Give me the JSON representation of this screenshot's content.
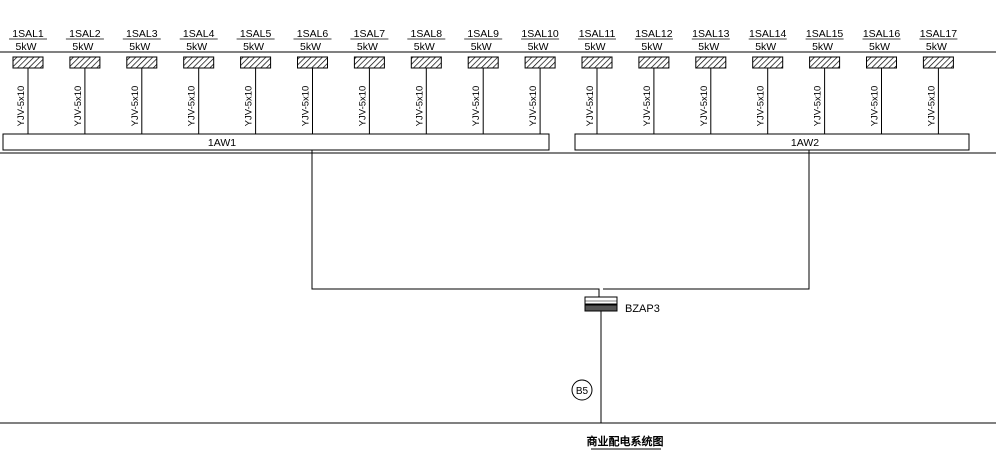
{
  "loads": [
    {
      "id": "1SAL1",
      "power": "5kW",
      "cable": "YJV-5x10"
    },
    {
      "id": "1SAL2",
      "power": "5kW",
      "cable": "YJV-5x10"
    },
    {
      "id": "1SAL3",
      "power": "5kW",
      "cable": "YJV-5x10"
    },
    {
      "id": "1SAL4",
      "power": "5kW",
      "cable": "YJV-5x10"
    },
    {
      "id": "1SAL5",
      "power": "5kW",
      "cable": "YJV-5x10"
    },
    {
      "id": "1SAL6",
      "power": "5kW",
      "cable": "YJV-5x10"
    },
    {
      "id": "1SAL7",
      "power": "5kW",
      "cable": "YJV-5x10"
    },
    {
      "id": "1SAL8",
      "power": "5kW",
      "cable": "YJV-5x10"
    },
    {
      "id": "1SAL9",
      "power": "5kW",
      "cable": "YJV-5x10"
    },
    {
      "id": "1SAL10",
      "power": "5kW",
      "cable": "YJV-5x10"
    },
    {
      "id": "1SAL11",
      "power": "5kW",
      "cable": "YJV-5x10"
    },
    {
      "id": "1SAL12",
      "power": "5kW",
      "cable": "YJV-5x10"
    },
    {
      "id": "1SAL13",
      "power": "5kW",
      "cable": "YJV-5x10"
    },
    {
      "id": "1SAL14",
      "power": "5kW",
      "cable": "YJV-5x10"
    },
    {
      "id": "1SAL15",
      "power": "5kW",
      "cable": "YJV-5x10"
    },
    {
      "id": "1SAL16",
      "power": "5kW",
      "cable": "YJV-5x10"
    },
    {
      "id": "1SAL17",
      "power": "5kW",
      "cable": "YJV-5x10"
    }
  ],
  "panels": {
    "left": {
      "label": "1AW1"
    },
    "right": {
      "label": "1AW2"
    }
  },
  "source": {
    "label": "BZAP3",
    "circle_label": "B5"
  },
  "caption": "商业配电系统图",
  "colors": {
    "line": "#000000",
    "hatch": "#000000"
  }
}
